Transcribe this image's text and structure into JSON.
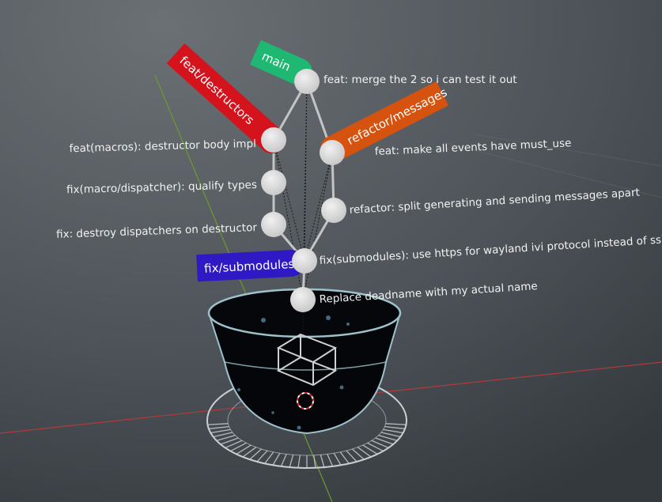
{
  "colors": {
    "bg_light": "#6a7074",
    "bg_dark": "#34393e",
    "commit_node": "#d8d8d8",
    "edge": "#c4c4c4",
    "pot": "#04060a",
    "pot_rim": "#9cc3cc",
    "axis_x": "#b43a3a",
    "axis_y": "#6f9a2e"
  },
  "branches": {
    "main": {
      "label": "main",
      "color": "#1fb873"
    },
    "destructors": {
      "label": "feat/destructors",
      "color": "#d4131c"
    },
    "messages": {
      "label": "refactor/messages",
      "color": "#d5520f"
    },
    "submodules": {
      "label": "fix/submodules",
      "color": "#2e19c4"
    }
  },
  "commits": {
    "merge": "feat: merge the 2 so i can test it out",
    "destructor_body": "feat(macros): destructor body impl",
    "qualify_types": "fix(macro/dispatcher): qualify types",
    "destroy_dispatchers": "fix: destroy dispatchers on destructor",
    "must_use": "feat: make all events have must_use",
    "split_messages": "refactor: split generating and sending messages apart",
    "https_submodules": "fix(submodules): use https for wayland ivi protocol instead of ssh",
    "deadname": "Replace deadname with my actual name"
  },
  "icons": {
    "object": "cube-wireframe-icon",
    "origin": "3d-cursor-icon"
  }
}
